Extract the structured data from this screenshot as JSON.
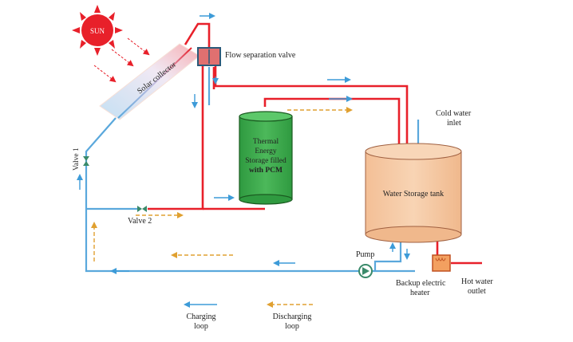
{
  "labels": {
    "sun": "SUN",
    "solar_collector": "Solar collector",
    "flow_separation_valve": "Flow separation valve",
    "valve_1": "Valve 1",
    "valve_2": "Valve 2",
    "thermal_storage_line1": "Thermal",
    "thermal_storage_line2": "Energy",
    "thermal_storage_line3": "Storage filled",
    "thermal_storage_line4": "with PCM",
    "water_storage_tank": "Water Storage tank",
    "cold_water_inlet_line1": "Cold water",
    "cold_water_inlet_line2": "inlet",
    "pump": "Pump",
    "backup_heater_line1": "Backup electric",
    "backup_heater_line2": "heater",
    "hot_water_outlet_line1": "Hot water",
    "hot_water_outlet_line2": "outlet"
  },
  "legend": {
    "charging_line1": "Charging",
    "charging_line2": "loop",
    "discharging_line1": "Discharging",
    "discharging_line2": "loop"
  },
  "colors": {
    "hot_pipe": "#e8202a",
    "cold_pipe": "#5aa8dc",
    "charging_arrow": "#3d9bd8",
    "discharging_arrow": "#e0a030",
    "pcm_tank": "#3aa84a",
    "water_tank": "#f6c9a4",
    "sun": "#e8202a",
    "valve": "#3a8a6a"
  }
}
